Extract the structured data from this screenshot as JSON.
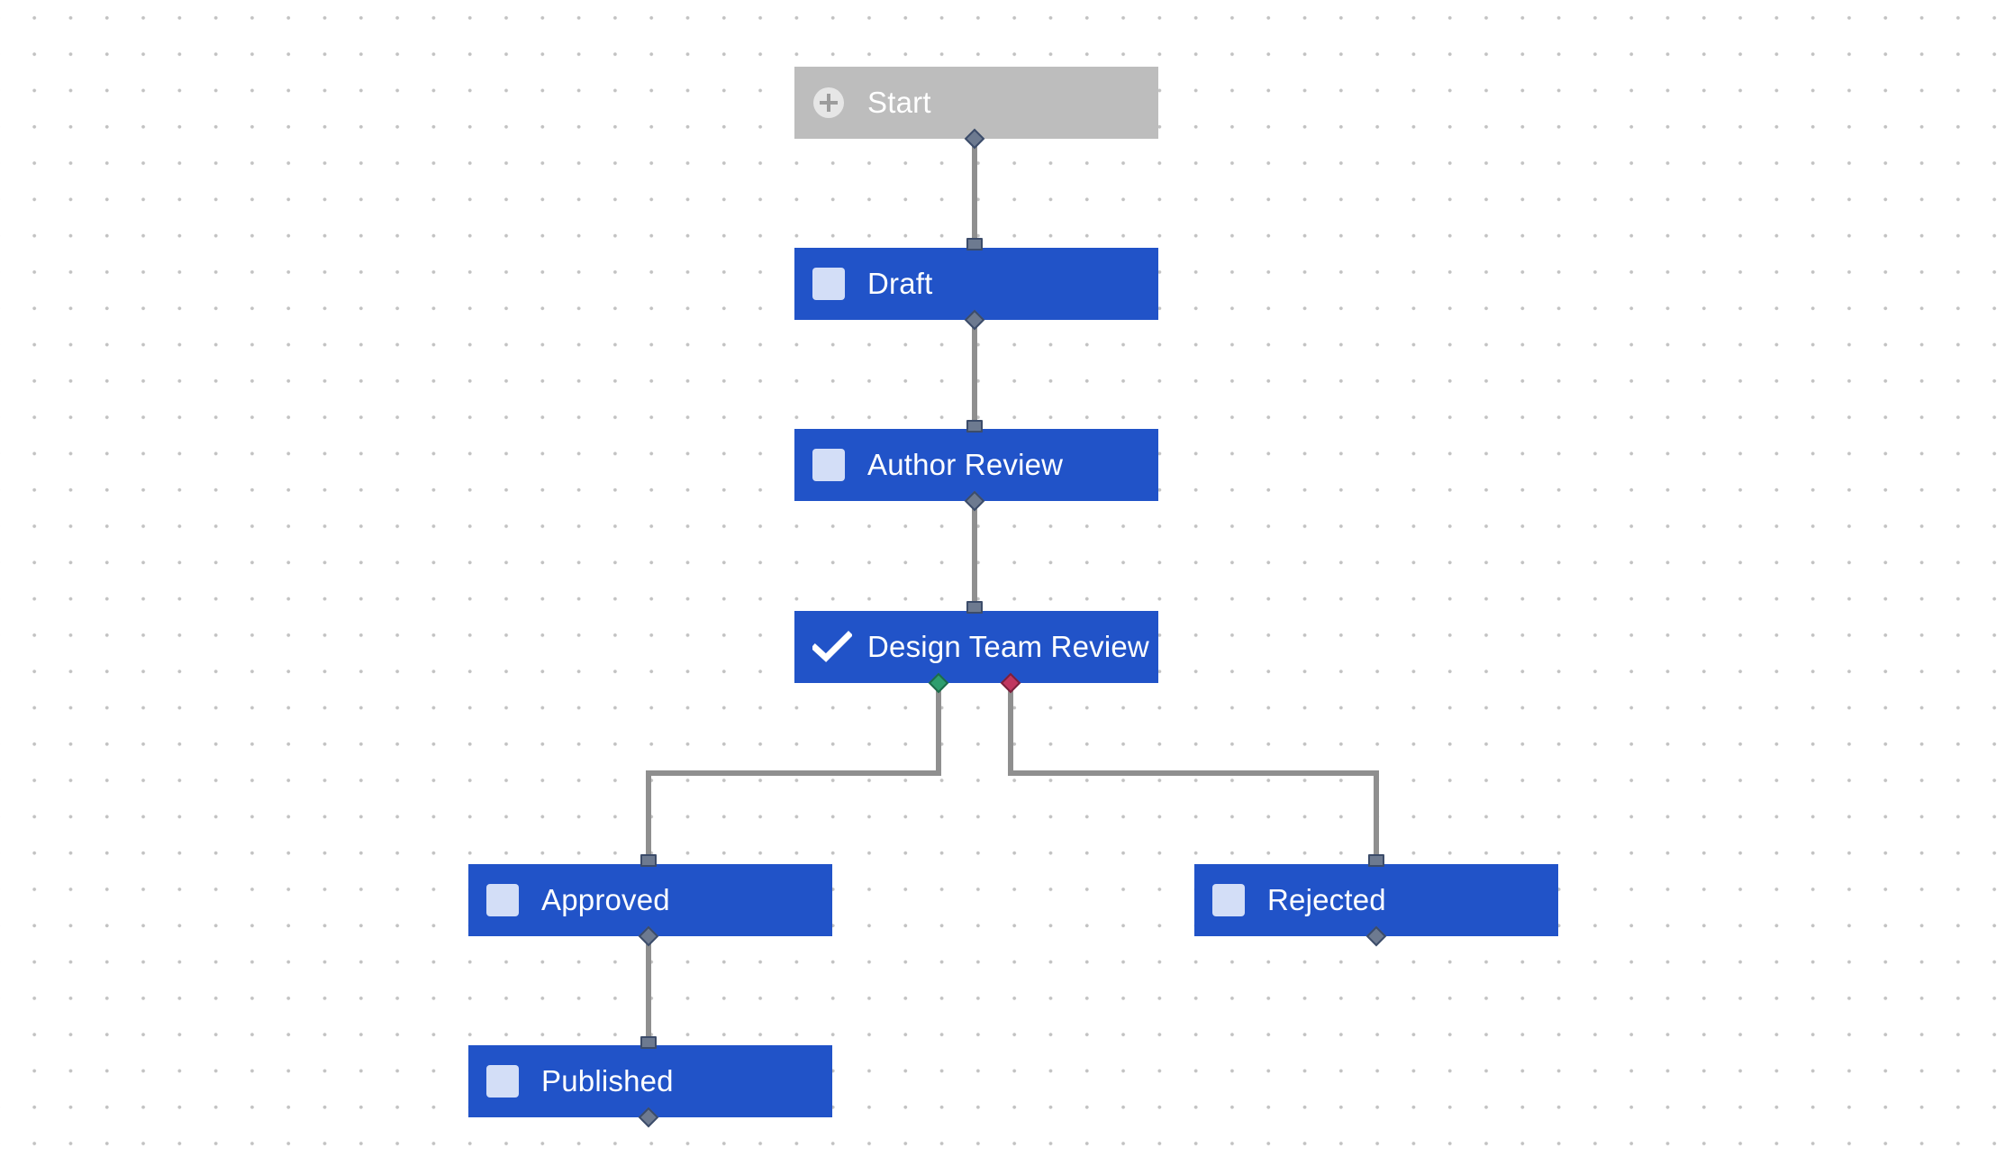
{
  "workflow": {
    "nodes": [
      {
        "id": "start",
        "label": "Start",
        "type": "start",
        "icon": "plus-circle-icon",
        "done": false
      },
      {
        "id": "draft",
        "label": "Draft",
        "type": "state",
        "icon": "checkbox-icon",
        "done": false
      },
      {
        "id": "author_review",
        "label": "Author Review",
        "type": "state",
        "icon": "checkbox-icon",
        "done": false
      },
      {
        "id": "design_team_review",
        "label": "Design Team Review",
        "type": "state",
        "icon": "checkmark-icon",
        "done": true
      },
      {
        "id": "approved",
        "label": "Approved",
        "type": "state",
        "icon": "checkbox-icon",
        "done": false
      },
      {
        "id": "rejected",
        "label": "Rejected",
        "type": "state",
        "icon": "checkbox-icon",
        "done": false
      },
      {
        "id": "published",
        "label": "Published",
        "type": "state",
        "icon": "checkbox-icon",
        "done": false
      }
    ],
    "edges": [
      {
        "from": "start",
        "to": "draft"
      },
      {
        "from": "draft",
        "to": "author_review"
      },
      {
        "from": "author_review",
        "to": "design_team_review"
      },
      {
        "from": "design_team_review",
        "to": "approved",
        "outcome": "approve"
      },
      {
        "from": "design_team_review",
        "to": "rejected",
        "outcome": "reject"
      },
      {
        "from": "approved",
        "to": "published"
      }
    ]
  },
  "colors": {
    "node_fill": "#2153c8",
    "start_fill": "#bdbdbd",
    "label_text": "#ffffff",
    "icon_box": "#d3def7",
    "connector": "#8f8f8f",
    "port": "#6d7a90",
    "approve_port": "#2e9e6e",
    "reject_port": "#c0365f",
    "canvas_dots": "#c2c2c2"
  }
}
